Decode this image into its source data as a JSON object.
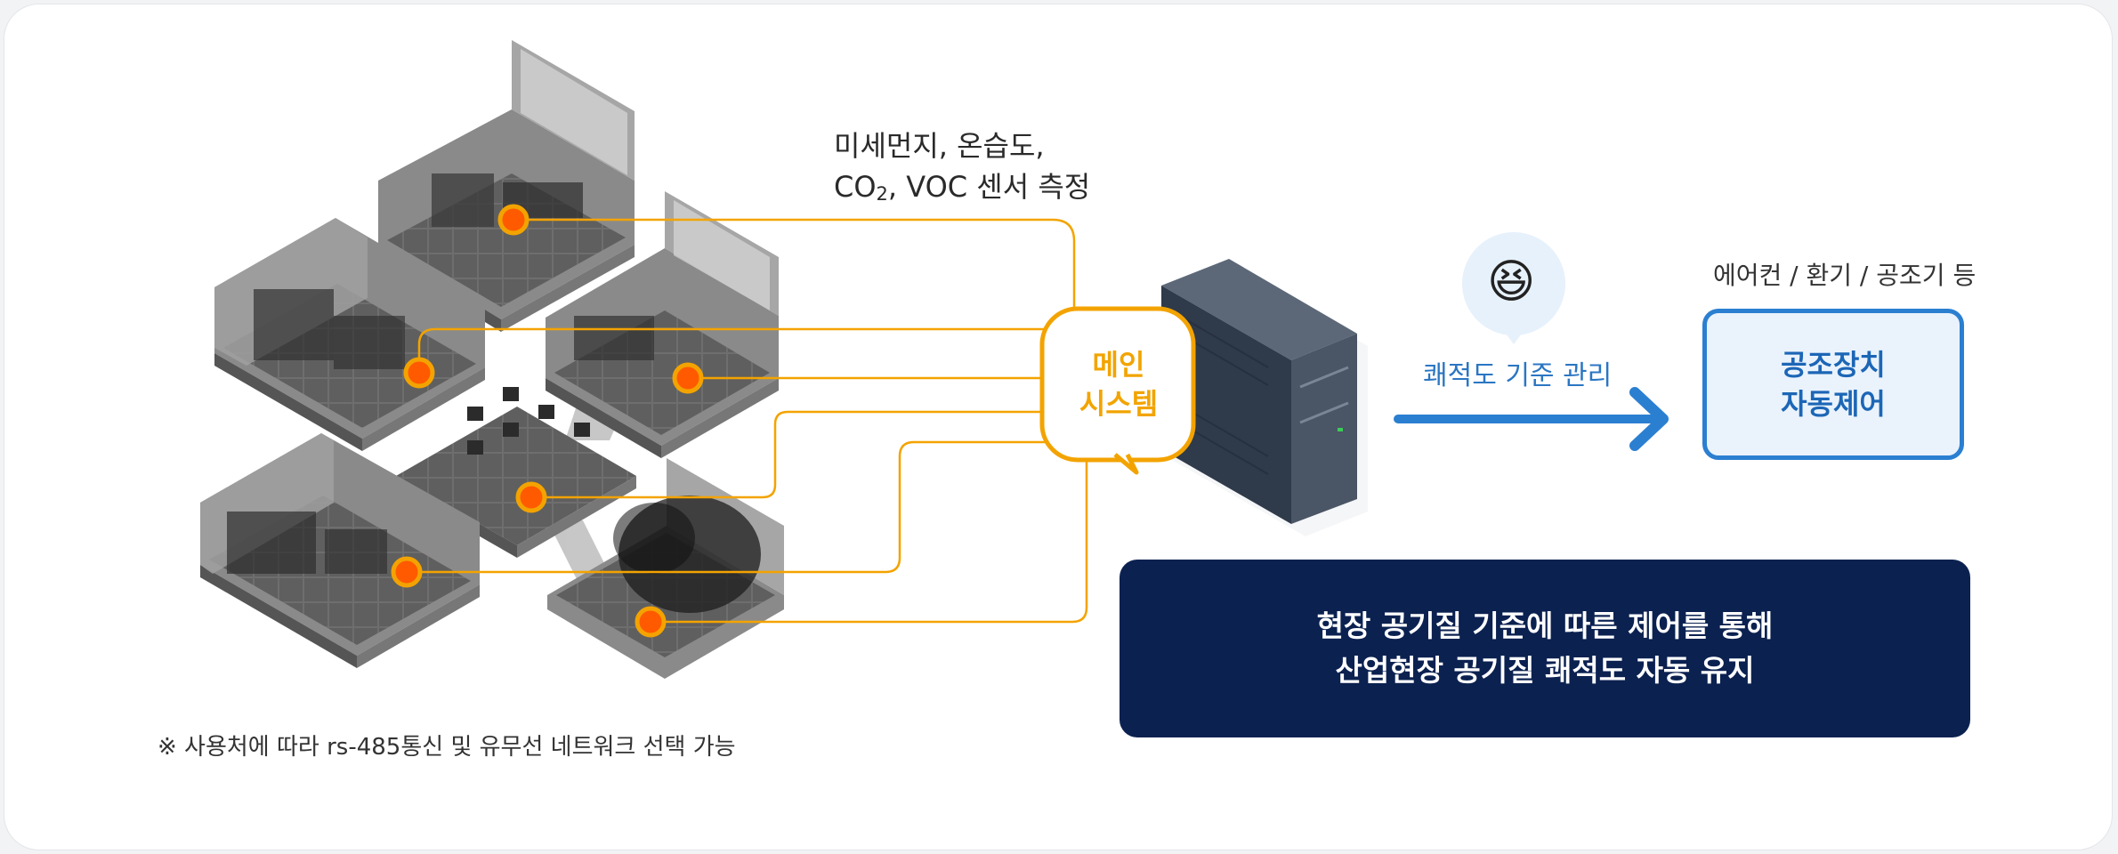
{
  "sensor_label": {
    "line1": "미세먼지, 온습도,",
    "line2_prefix": "CO",
    "line2_sub": "2",
    "line2_suffix": ", VOC 센서 측정"
  },
  "main_system": {
    "line1": "메인",
    "line2": "시스템"
  },
  "arrow_label": "쾌적도 기준 관리",
  "emoji": "😆",
  "device_caption": "에어컨 / 환기 / 공조기 등",
  "control_box": {
    "line1": "공조장치",
    "line2": "자동제어"
  },
  "summary": {
    "line1": "현장 공기질 기준에 따른 제어를 통해",
    "line2": "산업현장 공기질 쾌적도 자동 유지"
  },
  "footnote": "※ 사용처에 따라 rs-485통신 및 유무선 네트워크 선택 가능",
  "colors": {
    "sensor_line": "#f3a300",
    "sensor_dot": "#ff5a00",
    "main_system": "#f2a400",
    "arrow": "#2b7fd1",
    "summary_bg": "#0b2150",
    "server": "#2f3a4a"
  },
  "icons": [
    "factory-zone-illustration",
    "sensor-dot",
    "server-icon",
    "laughing-emoji-icon",
    "arrow-right-icon"
  ]
}
